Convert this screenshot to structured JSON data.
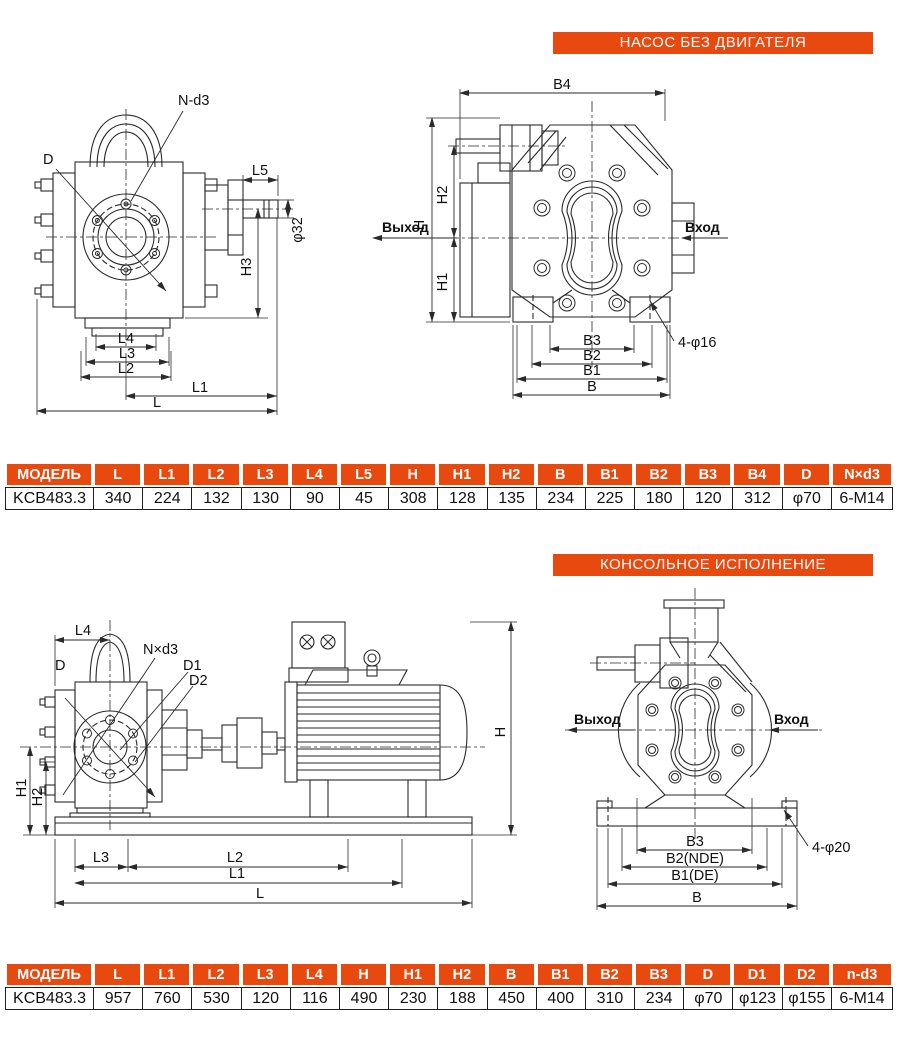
{
  "page": {
    "background": "#ffffff",
    "accent_orange": "#e8490f",
    "line_color": "#2a2a2a"
  },
  "s1": {
    "banner": "НАСОС БЕЗ ДВИГАТЕЛЯ",
    "front": {
      "dims": {
        "n_d3": "N-d3",
        "d": "D",
        "l5": "L5",
        "phi32": "φ32",
        "h3": "H3",
        "l4": "L4",
        "l3": "L3",
        "l2": "L2",
        "l1": "L1",
        "l": "L"
      }
    },
    "side": {
      "dims": {
        "b4": "B4",
        "h": "H",
        "h2": "H2",
        "h1": "H1",
        "outlet": "Выход",
        "inlet": "Вход",
        "b3": "B3",
        "b2": "B2",
        "b1": "B1",
        "b": "B",
        "holes": "4-φ16"
      }
    },
    "table": {
      "headers": [
        "МОДЕЛЬ",
        "L",
        "L1",
        "L2",
        "L3",
        "L4",
        "L5",
        "H",
        "H1",
        "H2",
        "B",
        "B1",
        "B2",
        "B3",
        "B4",
        "D",
        "N×d3"
      ],
      "rows": [
        [
          "KCB483.3",
          "340",
          "224",
          "132",
          "130",
          "90",
          "45",
          "308",
          "128",
          "135",
          "234",
          "225",
          "180",
          "120",
          "312",
          "φ70",
          "6-M14"
        ]
      ]
    }
  },
  "s2": {
    "banner": "КОНСОЛЬНОЕ ИСПОЛНЕНИЕ",
    "assembly": {
      "dims": {
        "l4": "L4",
        "n_d3": "N×d3",
        "d": "D",
        "d1": "D1",
        "d2": "D2",
        "h": "H",
        "h1": "H1",
        "h2": "H2",
        "l3": "L3",
        "l2": "L2",
        "l1": "L1",
        "l": "L"
      }
    },
    "side": {
      "dims": {
        "outlet": "Выход",
        "inlet": "Вход",
        "b3": "B3",
        "b2_nde": "B2(NDE)",
        "b1_de": "B1(DE)",
        "b": "B",
        "holes": "4-φ20"
      }
    },
    "table": {
      "headers": [
        "МОДЕЛЬ",
        "L",
        "L1",
        "L2",
        "L3",
        "L4",
        "H",
        "H1",
        "H2",
        "B",
        "B1",
        "B2",
        "B3",
        "D",
        "D1",
        "D2",
        "n-d3"
      ],
      "rows": [
        [
          "KCB483.3",
          "957",
          "760",
          "530",
          "120",
          "116",
          "490",
          "230",
          "188",
          "450",
          "400",
          "310",
          "234",
          "φ70",
          "φ123",
          "φ155",
          "6-M14"
        ]
      ]
    }
  }
}
